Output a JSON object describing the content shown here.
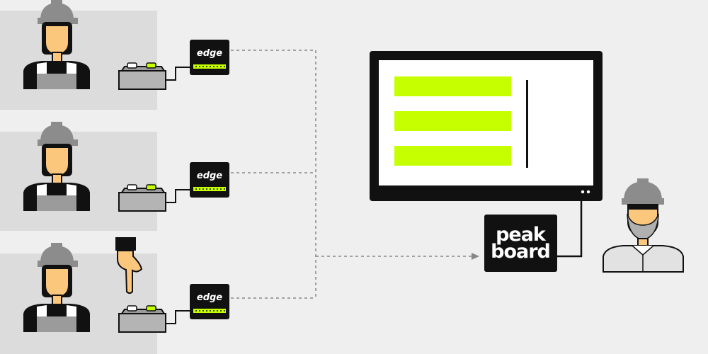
{
  "devices": {
    "edge_label": "edge",
    "peakboard_line1": "peak",
    "peakboard_line2": "board"
  },
  "colors": {
    "background": "#efefef",
    "station_panel": "#dcdcdc",
    "accent_green": "#c6ff00",
    "skin": "#fbc77d",
    "helmet": "#8c8c8c",
    "vest": "#9b9b9b",
    "dark": "#111111",
    "connector_dashed": "#888888"
  },
  "icons": {
    "worker": "worker-with-helmet-icon",
    "button_box": "push-button-box-icon",
    "edge_device": "edge-device-icon",
    "pointing_hand": "pointing-hand-icon",
    "display": "monitor-icon",
    "peakboard_box": "peakboard-box-icon",
    "supervisor": "bearded-supervisor-icon"
  }
}
